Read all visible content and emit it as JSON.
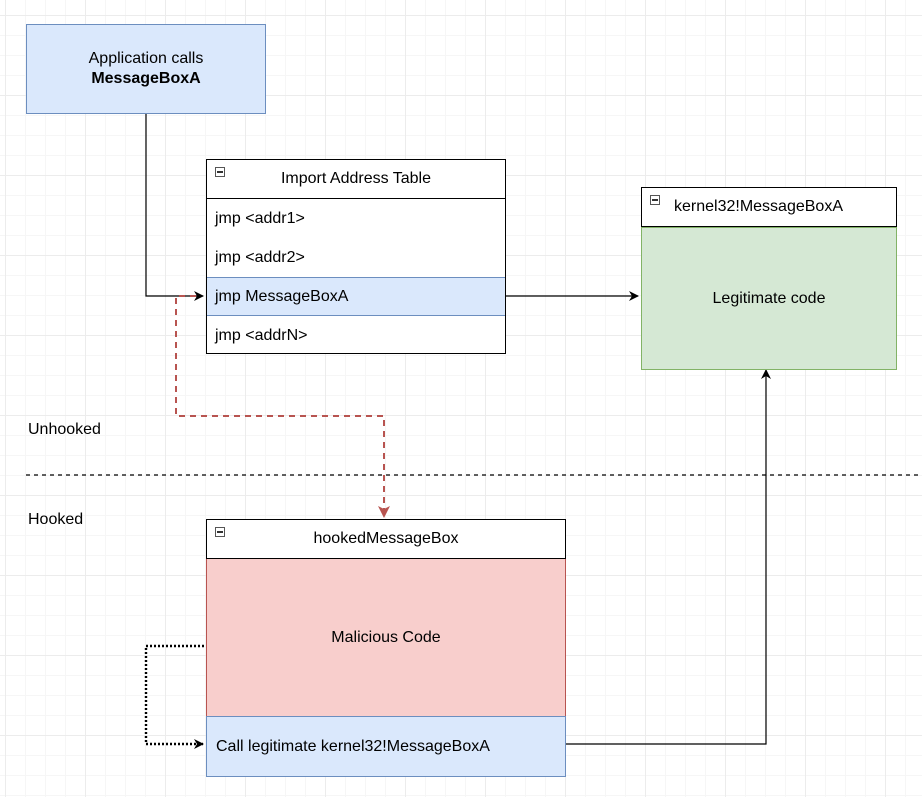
{
  "app_box": {
    "line1": "Application calls",
    "line2": "MessageBoxA"
  },
  "iat": {
    "title": "Import Address Table",
    "rows": [
      "jmp <addr1>",
      "jmp <addr2>",
      "jmp MessageBoxA",
      "jmp <addrN>"
    ]
  },
  "kernel32": {
    "title": "kernel32!MessageBoxA",
    "body": "Legitimate code"
  },
  "hooked": {
    "title": "hookedMessageBox",
    "body": "Malicious Code",
    "call": "Call legitimate kernel32!MessageBoxA"
  },
  "labels": {
    "unhooked": "Unhooked",
    "hooked": "Hooked"
  },
  "colors": {
    "blue_fill": "#dae8fc",
    "green_fill": "#d5e8d4",
    "red_fill": "#f8cecc",
    "hook_arrow": "#b85450"
  }
}
